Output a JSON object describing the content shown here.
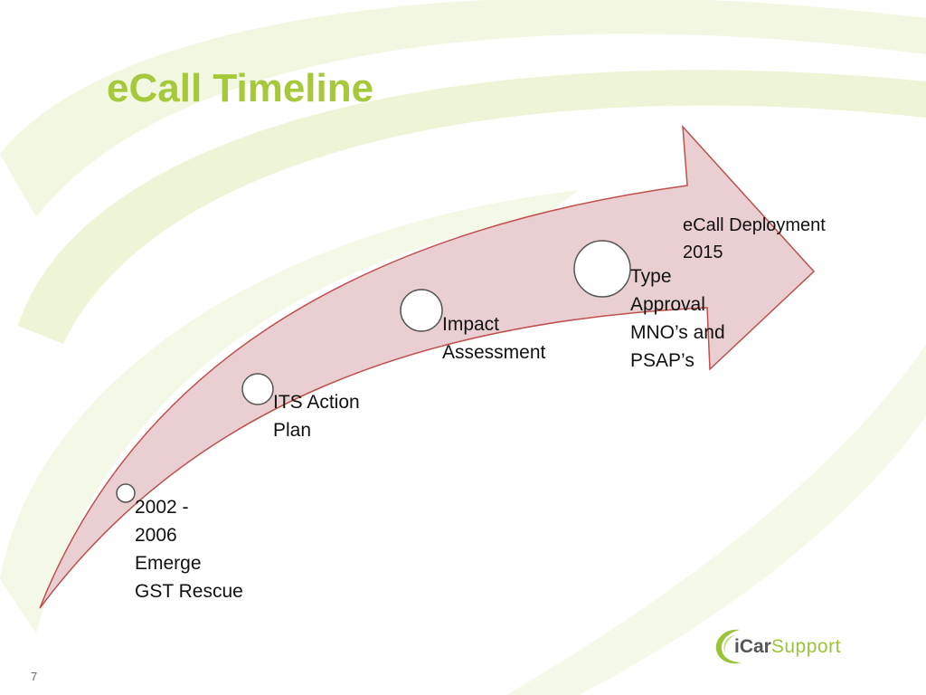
{
  "title": "eCall Timeline",
  "milestones": [
    {
      "label": "2002 -\n2006\nEmerge\nGST Rescue"
    },
    {
      "label": "ITS Action\nPlan"
    },
    {
      "label": "Impact\nAssessment"
    },
    {
      "label": "Type\nApproval\nMNO’s and\nPSAP’s"
    }
  ],
  "destination": {
    "label": "eCall Deployment\n2015"
  },
  "page_number": "7",
  "logo": {
    "part1": "iCar",
    "part2": "Support"
  },
  "colors": {
    "title": "#a6c93b",
    "arrow_fill": "#e9cfd2",
    "arrow_stroke": "#c0504d",
    "swoosh": "#eef4d8",
    "logo_green": "#9cc43a",
    "logo_gray": "#555555"
  }
}
